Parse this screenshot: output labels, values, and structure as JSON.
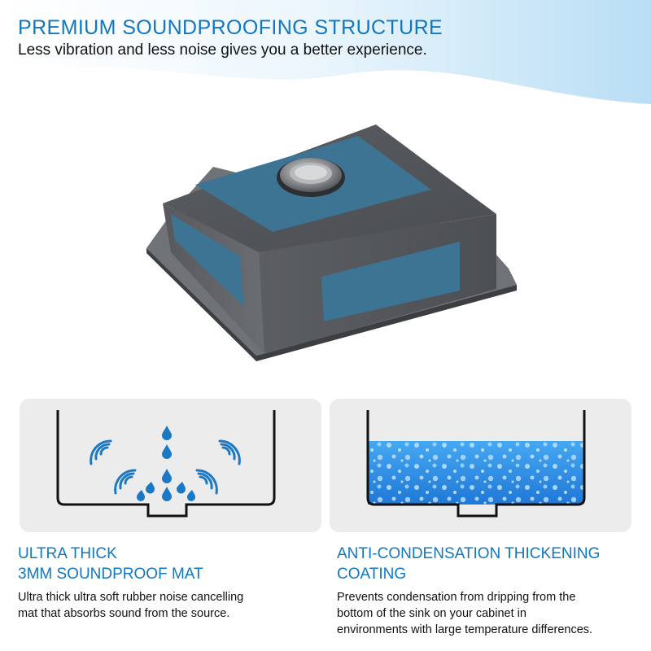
{
  "header": {
    "title": "PREMIUM SOUNDPROOFING STRUCTURE",
    "subtitle": "Less vibration and less noise gives you a better experience."
  },
  "features": [
    {
      "heading_lines": [
        "ULTRA THICK",
        "3MM SOUNDPROOF MAT"
      ],
      "description_lines": [
        "Ultra thick ultra soft rubber noise cancelling",
        "mat that absorbs sound from the source."
      ],
      "icon": "sound-wave-drops-icon"
    },
    {
      "heading_lines": [
        "ANTI-CONDENSATION THICKENING",
        "COATING"
      ],
      "description_lines": [
        "Prevents condensation from dripping from the",
        "bottom of the sink on your cabinet in",
        "environments with large temperature differences."
      ],
      "icon": "water-condensation-icon"
    }
  ],
  "colors": {
    "accent": "#1177c0",
    "mat": "#3d7493",
    "sink_body": "#5c5f63",
    "water": "#2f8fe6",
    "panel_bg": "#ececec"
  }
}
